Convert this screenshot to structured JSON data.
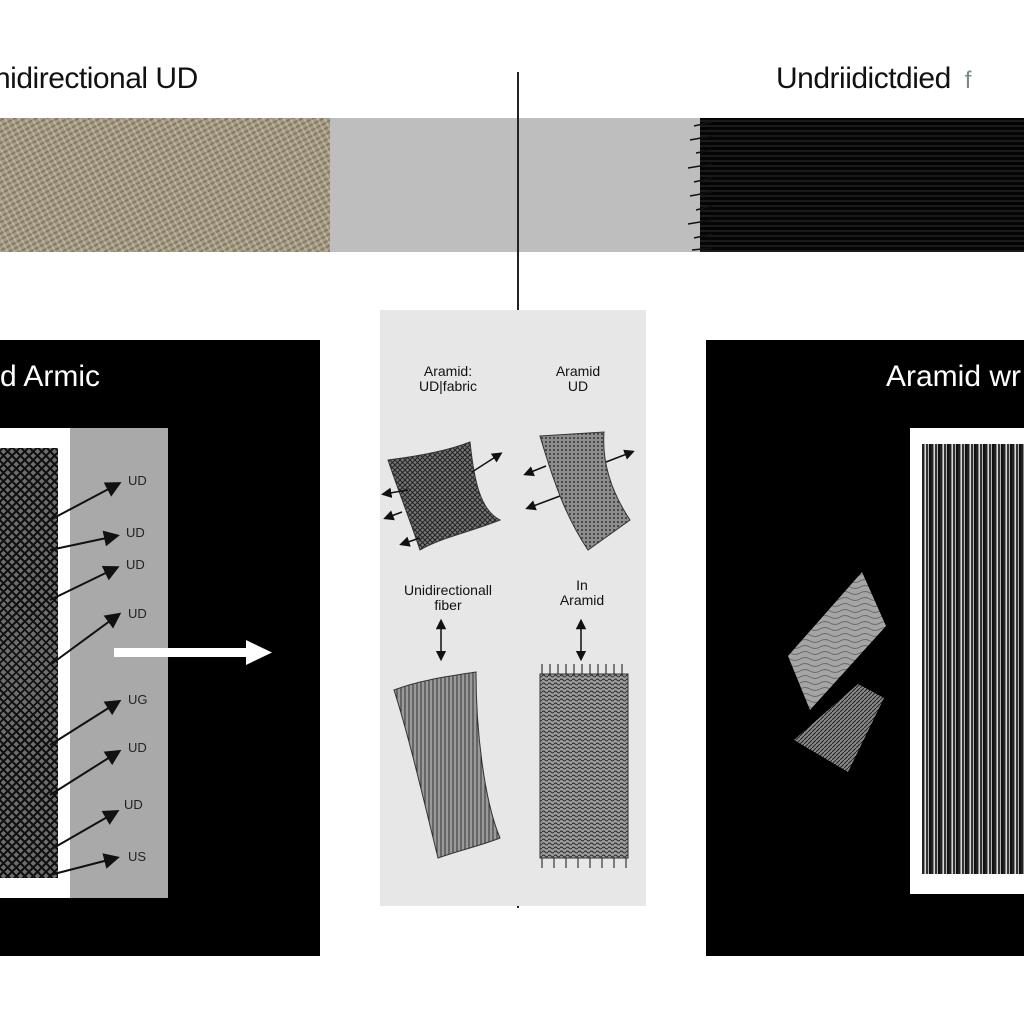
{
  "titles": {
    "top_left": "nidirectional UD",
    "top_right": "Undriidictdied",
    "top_right_faint": "f"
  },
  "left_panel": {
    "title": "d Armic",
    "labels": [
      "UD",
      "UD",
      "UD",
      "UD",
      "UG",
      "UD",
      "UD",
      "US"
    ]
  },
  "center_card": {
    "left_top_line1": "Aramid:",
    "left_top_line2": "UD|fabric",
    "right_top_line1": "Aramid",
    "right_top_line2": "UD",
    "left_mid_line1": "Unidirectionall",
    "left_mid_line2": "fiber",
    "right_mid_line1": "In",
    "right_mid_line2": "Aramid"
  },
  "right_panel": {
    "title": "Aramid wr"
  },
  "colors": {
    "panel_bg": "#000000",
    "strip_gray": "#bebebe",
    "card_bg": "#e7e7e7",
    "beige_fabric": "#a59a82"
  }
}
